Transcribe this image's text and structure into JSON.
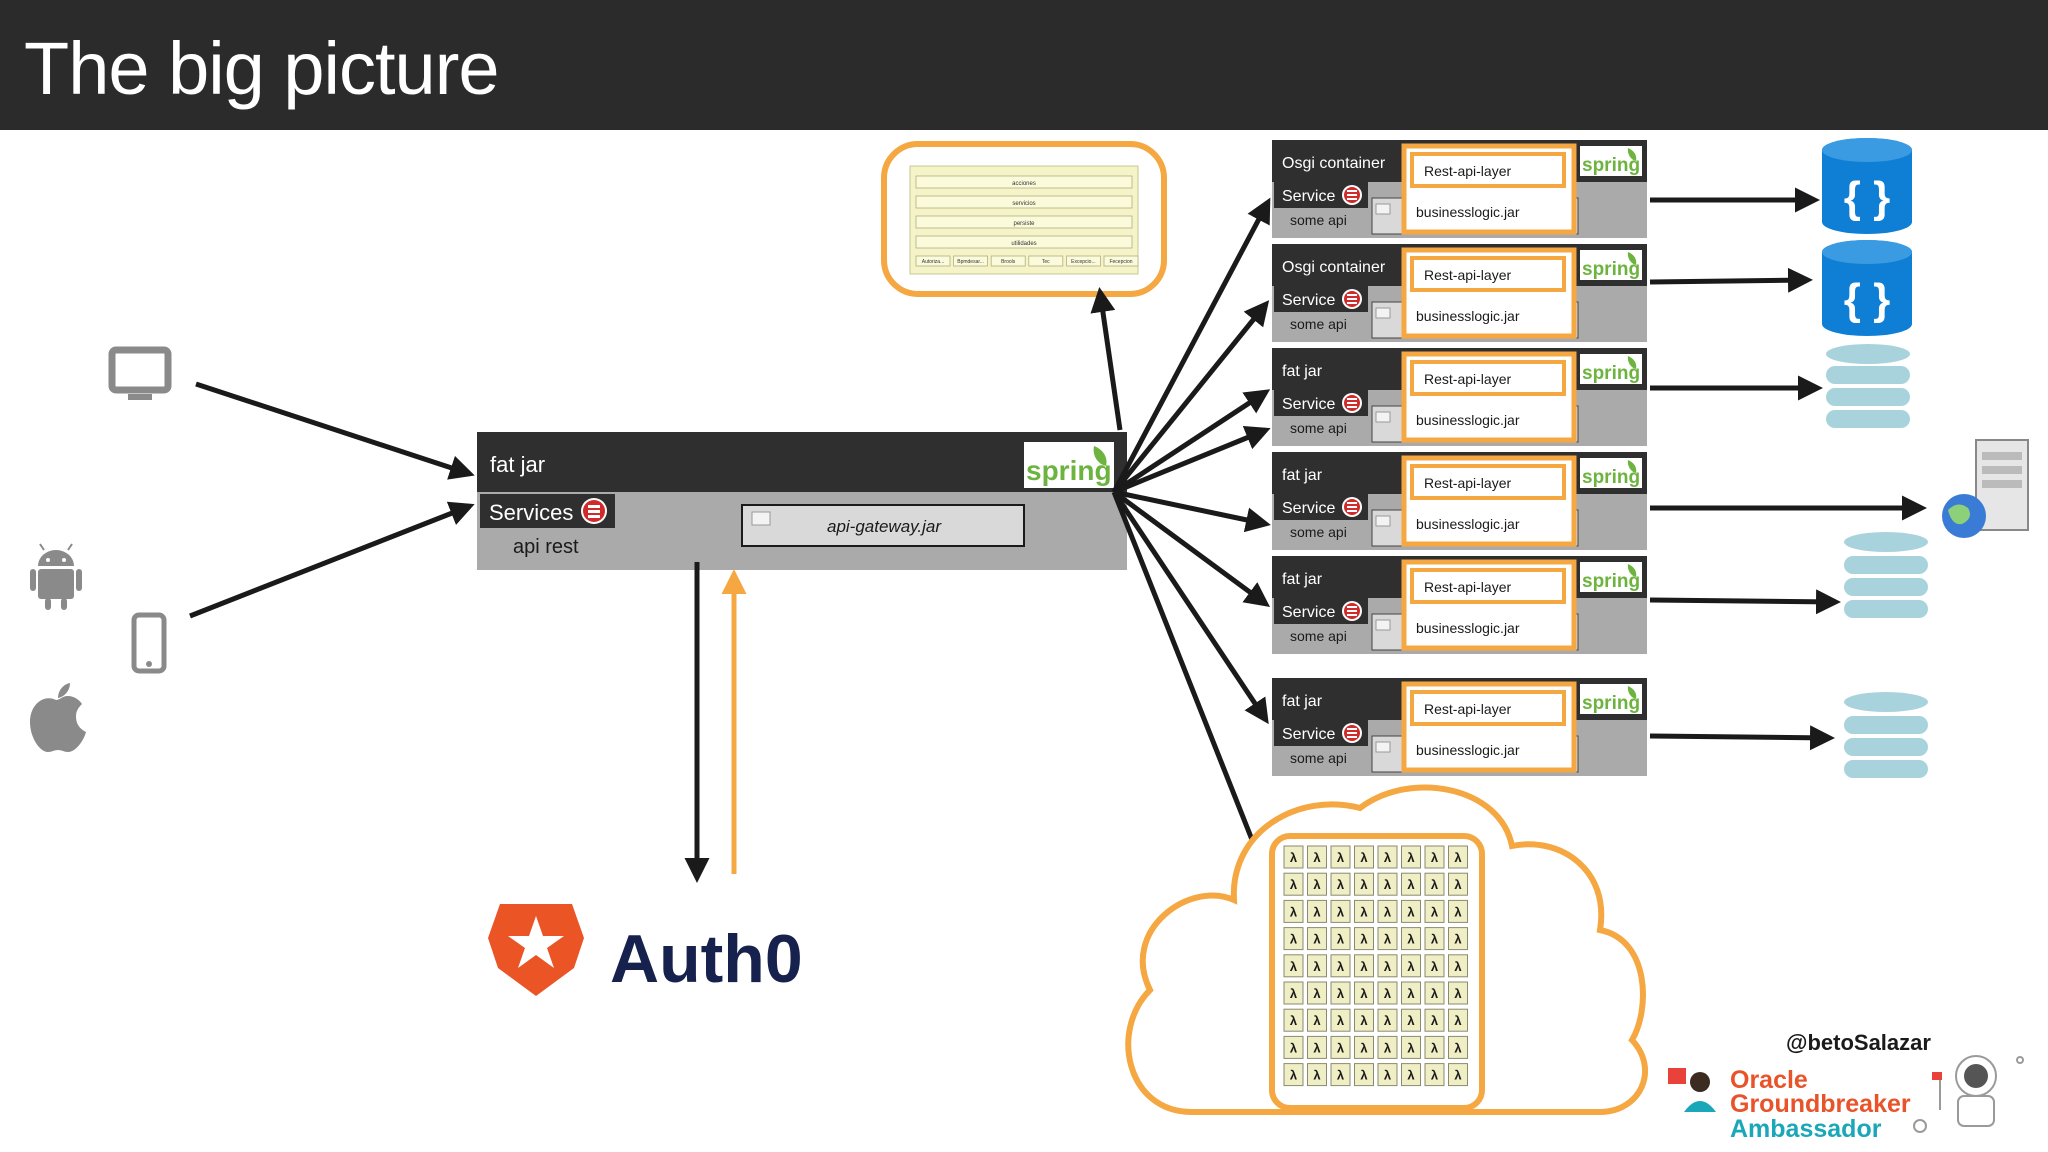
{
  "header": {
    "title": "The big picture"
  },
  "gateway": {
    "title": "fat jar",
    "services_label": "Services",
    "api_label": "api rest",
    "jar_label": "api-gateway.jar",
    "logo_text": "spring"
  },
  "auth": {
    "name": "Auth0"
  },
  "microservices": [
    {
      "title": "Osgi container",
      "service": "Service",
      "api": "some api",
      "layer": "Rest-api-layer",
      "jar": "businesslogic.jar",
      "logo": "spring"
    },
    {
      "title": "Osgi container",
      "service": "Service",
      "api": "some api",
      "layer": "Rest-api-layer",
      "jar": "businesslogic.jar",
      "logo": "spring"
    },
    {
      "title": "fat jar",
      "service": "Service",
      "api": "some api",
      "layer": "Rest-api-layer",
      "jar": "businesslogic.jar",
      "logo": "spring"
    },
    {
      "title": "fat jar",
      "service": "Service",
      "api": "some api",
      "layer": "Rest-api-layer",
      "jar": "businesslogic.jar",
      "logo": "spring"
    },
    {
      "title": "fat jar",
      "service": "Service",
      "api": "some api",
      "layer": "Rest-api-layer",
      "jar": "businesslogic.jar",
      "logo": "spring"
    },
    {
      "title": "fat jar",
      "service": "Service",
      "api": "some api",
      "layer": "Rest-api-layer",
      "jar": "businesslogic.jar",
      "logo": "spring"
    }
  ],
  "lambda_symbol": "λ",
  "db_icon_text": "{ }",
  "layer_diagram": {
    "rows": [
      "acciones",
      "servicios",
      "persiste",
      "utilidades"
    ],
    "cells": [
      "Autoriza...",
      "Bpmdesar...",
      "Brools",
      "Tec",
      "Excepcio...",
      "Fecepcion"
    ]
  },
  "badge": {
    "handle": "@betoSalazar",
    "line1": "Oracle",
    "line2": "Groundbreaker",
    "line3": "Ambassador"
  },
  "colors": {
    "header_bg": "#2b2b2b",
    "orange": "#f5a742",
    "auth_orange": "#eb5424",
    "auth_navy": "#16214d",
    "db_blue": "#0f7fd5",
    "db_light": "#a8d3dc",
    "spring_green": "#6db33f"
  }
}
